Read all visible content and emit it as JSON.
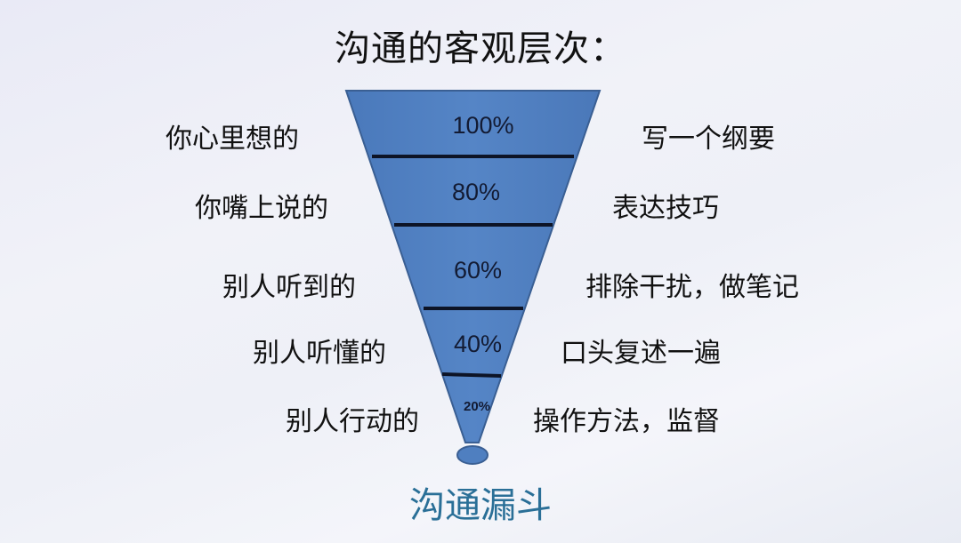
{
  "title": "沟通的客观层次：",
  "caption": "沟通漏斗",
  "colors": {
    "funnel_fill": "#4f7fc0",
    "funnel_stroke": "#3a5f93",
    "divider": "#0d1426",
    "caption": "#2a6f97"
  },
  "levels": [
    {
      "percent": "100%",
      "left": "你心里想的",
      "right": "写一个纲要"
    },
    {
      "percent": "80%",
      "left": "你嘴上说的",
      "right": "表达技巧"
    },
    {
      "percent": "60%",
      "left": "别人听到的",
      "right": "排除干扰，做笔记"
    },
    {
      "percent": "40%",
      "left": "别人听懂的",
      "right": "口头复述一遍"
    },
    {
      "percent": "20%",
      "left": "别人行动的",
      "right": "操作方法，监督"
    }
  ],
  "chart_data": {
    "type": "funnel",
    "title": "沟通的客观层次：",
    "categories": [
      "你心里想的",
      "你嘴上说的",
      "别人听到的",
      "别人听懂的",
      "别人行动的"
    ],
    "values": [
      100,
      80,
      60,
      40,
      20
    ],
    "value_labels": [
      "100%",
      "80%",
      "60%",
      "40%",
      "20%"
    ],
    "right_annotations": [
      "写一个纲要",
      "表达技巧",
      "排除干扰，做笔记",
      "口头复述一遍",
      "操作方法，监督"
    ],
    "caption": "沟通漏斗"
  }
}
